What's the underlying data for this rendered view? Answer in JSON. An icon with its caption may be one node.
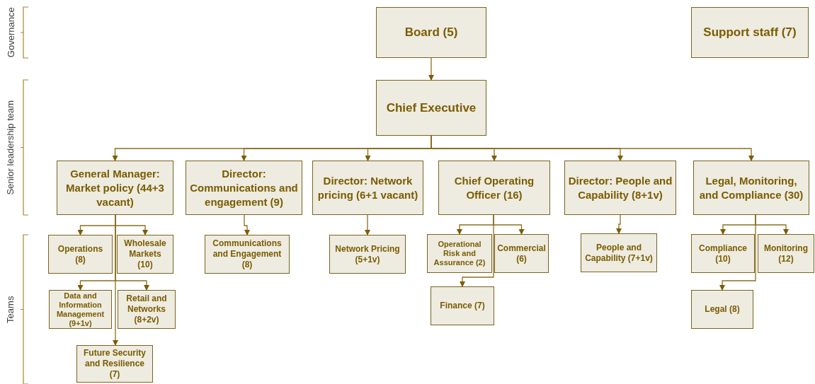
{
  "diagram": {
    "nodes": [
      {
        "text": [
          "Board (5)"
        ]
      },
      {
        "text": [
          "Support staff (7)"
        ]
      },
      {
        "text": [
          "Chief Executive"
        ]
      },
      {
        "text": [
          "General Manager: Market policy (44+3 vacant)"
        ]
      },
      {
        "text": [
          "Director: Communications and engagement (9)"
        ]
      },
      {
        "text": [
          "Director: Network pricing (6+1 vacant)"
        ]
      },
      {
        "text": [
          "Chief Operating Officer (16)"
        ]
      },
      {
        "text": [
          "Director: People and Capability (8+1v)"
        ]
      },
      {
        "text": [
          "Legal, Monitoring, and Compliance (30)"
        ]
      },
      {
        "text": [
          "Operations (8)"
        ]
      },
      {
        "text": [
          "Wholesale Markets (10)"
        ]
      },
      {
        "text": [
          "Data and Information Management (9+1v)"
        ]
      },
      {
        "text": [
          "Retail and Networks (8+2v)"
        ]
      },
      {
        "text": [
          "Future Security and Resilience (7)"
        ]
      },
      {
        "text": [
          "Communications and Engagement (8)"
        ]
      },
      {
        "text": [
          "Network Pricing (5+1v)"
        ]
      },
      {
        "text": [
          "Operational Risk and Assurance (2)"
        ]
      },
      {
        "text": [
          "Commercial (6)"
        ]
      },
      {
        "text": [
          "Finance (7)"
        ]
      },
      {
        "text": [
          "People and Capability (7+1v)"
        ]
      },
      {
        "text": [
          "Compliance (10)"
        ]
      },
      {
        "text": [
          "Monitoring (12)"
        ]
      },
      {
        "text": [
          "Legal (8)"
        ]
      }
    ],
    "edges": [
      {
        "from": 0,
        "to": 2,
        "arrow": "to"
      },
      {
        "from": 2,
        "to": 3,
        "arrow": "to"
      },
      {
        "from": 2,
        "to": 4,
        "arrow": "to"
      },
      {
        "from": 2,
        "to": 5,
        "arrow": "to"
      },
      {
        "from": 2,
        "to": 6,
        "arrow": "to"
      },
      {
        "from": 2,
        "to": 7,
        "arrow": "to"
      },
      {
        "from": 2,
        "to": 8,
        "arrow": "to"
      },
      {
        "from": 3,
        "to": 9,
        "arrow": "to"
      },
      {
        "from": 3,
        "to": 10,
        "arrow": "to"
      },
      {
        "from": 3,
        "to": 11,
        "arrow": "to"
      },
      {
        "from": 3,
        "to": 12,
        "arrow": "to"
      },
      {
        "from": 3,
        "to": 13,
        "arrow": "to"
      },
      {
        "from": 4,
        "to": 14,
        "arrow": "to"
      },
      {
        "from": 5,
        "to": 15,
        "arrow": "to"
      },
      {
        "from": 6,
        "to": 16,
        "arrow": "to"
      },
      {
        "from": 6,
        "to": 17,
        "arrow": "to"
      },
      {
        "from": 6,
        "to": 18,
        "arrow": "to"
      },
      {
        "from": 7,
        "to": 19,
        "arrow": "to"
      },
      {
        "from": 8,
        "to": 20,
        "arrow": "to"
      },
      {
        "from": 8,
        "to": 21,
        "arrow": "to"
      },
      {
        "from": 8,
        "to": 22,
        "arrow": "to"
      }
    ],
    "labels": [
      "Governance",
      "Senior leadership team",
      "Teams"
    ]
  }
}
